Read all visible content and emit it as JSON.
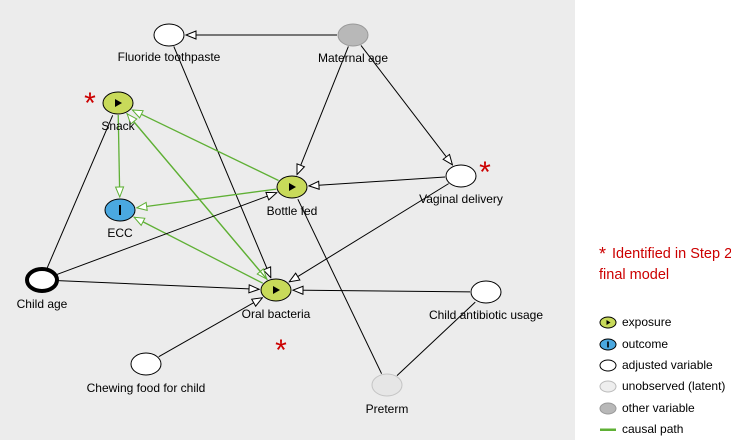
{
  "colors": {
    "exposure": "#c8da5a",
    "outcome": "#4aa8e0",
    "adjusted": "#ffffff",
    "latent": "#e6e6e6",
    "other": "#b8b8b8",
    "causal": "#5fb035",
    "edge": "#000000",
    "star": "#cc0000",
    "canvas": "#ececec"
  },
  "nodes": {
    "fluoride": {
      "label": "Fluoride toothpaste",
      "kind": "adjusted"
    },
    "maternal": {
      "label": "Maternal age",
      "kind": "other"
    },
    "snack": {
      "label": "Snack",
      "kind": "exposure"
    },
    "bottle": {
      "label": "Bottle fed",
      "kind": "exposure"
    },
    "vaginal": {
      "label": "Vaginal delivery",
      "kind": "adjusted"
    },
    "ecc": {
      "label": "ECC",
      "kind": "outcome"
    },
    "childage": {
      "label": "Child age",
      "kind": "adjusted"
    },
    "oral": {
      "label": "Oral bacteria",
      "kind": "exposure"
    },
    "antibiotic": {
      "label": "Child antibiotic usage",
      "kind": "adjusted"
    },
    "chewing": {
      "label": "Chewing food for child",
      "kind": "adjusted"
    },
    "preterm": {
      "label": "Preterm",
      "kind": "latent"
    }
  },
  "edges": [
    {
      "from": "maternal",
      "to": "fluoride",
      "directed": true,
      "causal": false
    },
    {
      "from": "maternal",
      "to": "bottle",
      "directed": true,
      "causal": false
    },
    {
      "from": "maternal",
      "to": "vaginal",
      "directed": true,
      "causal": false
    },
    {
      "from": "fluoride",
      "to": "oral",
      "directed": true,
      "causal": false
    },
    {
      "from": "vaginal",
      "to": "bottle",
      "directed": true,
      "causal": false
    },
    {
      "from": "vaginal",
      "to": "oral",
      "directed": true,
      "causal": false
    },
    {
      "from": "snack",
      "to": "ecc",
      "directed": true,
      "causal": true
    },
    {
      "from": "bottle",
      "to": "snack",
      "directed": true,
      "causal": true
    },
    {
      "from": "bottle",
      "to": "ecc",
      "directed": true,
      "causal": true
    },
    {
      "from": "snack",
      "to": "oral",
      "directed": true,
      "causal": true
    },
    {
      "from": "oral",
      "to": "snack",
      "directed": true,
      "causal": true
    },
    {
      "from": "oral",
      "to": "ecc",
      "directed": true,
      "causal": true
    },
    {
      "from": "childage",
      "to": "snack",
      "directed": false,
      "causal": false
    },
    {
      "from": "childage",
      "to": "bottle",
      "directed": true,
      "causal": false
    },
    {
      "from": "childage",
      "to": "oral",
      "directed": true,
      "causal": false
    },
    {
      "from": "antibiotic",
      "to": "oral",
      "directed": true,
      "causal": false
    },
    {
      "from": "chewing",
      "to": "oral",
      "directed": true,
      "causal": false
    },
    {
      "from": "preterm",
      "to": "bottle",
      "directed": false,
      "causal": false
    },
    {
      "from": "preterm",
      "to": "antibiotic",
      "directed": false,
      "causal": false
    }
  ],
  "stars": [
    {
      "node": "snack",
      "symbol": "*"
    },
    {
      "node": "vaginal",
      "symbol": "*"
    },
    {
      "node": "oral",
      "symbol": "*"
    }
  ],
  "legend": {
    "note_star": "*",
    "note_text": "Identified in Step 2 final model",
    "items": [
      {
        "key": "exposure",
        "label": "exposure"
      },
      {
        "key": "outcome",
        "label": "outcome"
      },
      {
        "key": "adjusted",
        "label": "adjusted variable"
      },
      {
        "key": "latent",
        "label": "unobserved (latent)"
      },
      {
        "key": "other",
        "label": "other variable"
      },
      {
        "key": "causal",
        "label": "causal path"
      }
    ]
  }
}
